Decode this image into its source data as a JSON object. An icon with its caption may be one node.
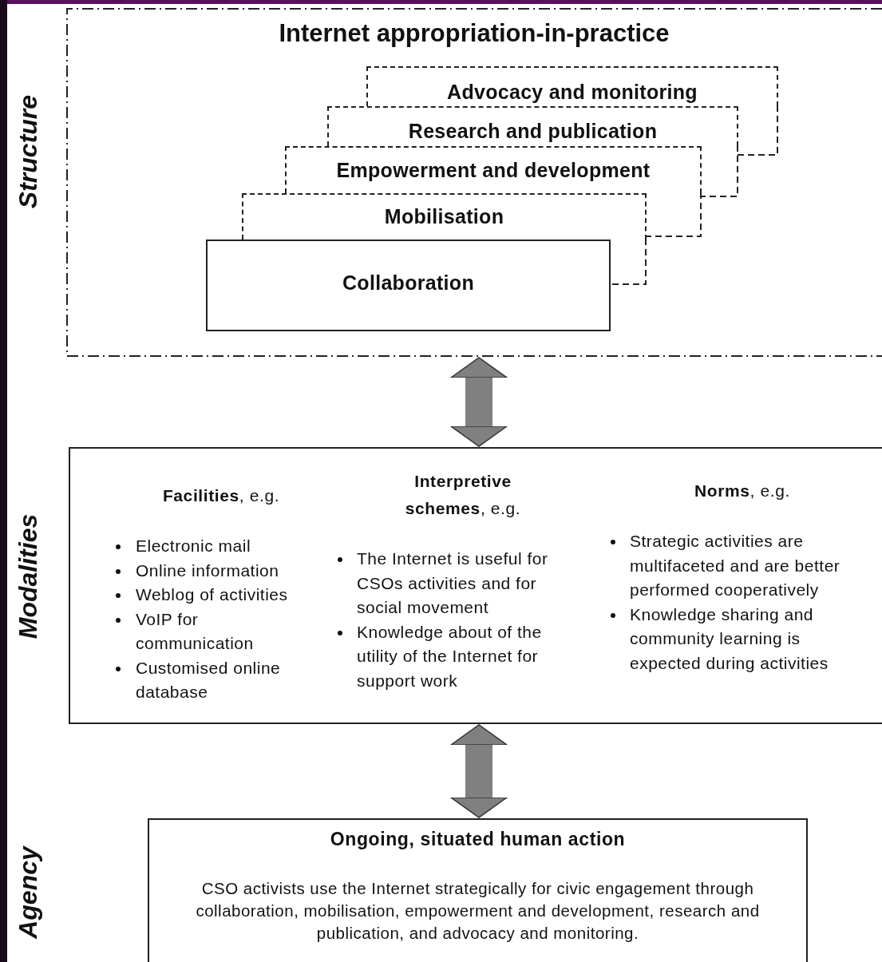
{
  "diagram": {
    "nodes": [
      {
        "text": [
          "Internet appropriation-in-practice"
        ]
      },
      {
        "text": [
          "Advocacy and monitoring"
        ],
        "in": 0
      },
      {
        "text": [
          "Research and publication"
        ],
        "in": 0
      },
      {
        "text": [
          "Empowerment and development"
        ],
        "in": 0
      },
      {
        "text": [
          "Mobilisation"
        ],
        "in": 0
      },
      {
        "text": [
          "Collaboration"
        ],
        "in": 0
      },
      {
        "text": [
          "**Facilities**, e.g.",
          "Electronic mail",
          "Online information",
          "Weblog of activities",
          "VoIP for communication",
          "Customised online database",
          "**Interpretive schemes**, e.g.",
          "The Internet is useful for CSOs activities and for social movement",
          "Knowledge about of the utility of the Internet for support work",
          "**Norms**, e.g.",
          "Strategic activities are multifaceted and are better performed cooperatively",
          "Knowledge sharing and community learning is expected during activities"
        ]
      },
      {
        "text": [
          "Ongoing, situated human action",
          "CSO activists use the Internet strategically for civic engagement through collaboration, mobilisation, empowerment and development, research and publication, and advocacy and monitoring."
        ]
      }
    ],
    "edges": [
      {
        "from": 0,
        "to": 6,
        "arrow": "both"
      },
      {
        "from": 6,
        "to": 7,
        "arrow": "both"
      }
    ],
    "labels": [
      "Structure",
      "Modalities",
      "Agency"
    ]
  }
}
